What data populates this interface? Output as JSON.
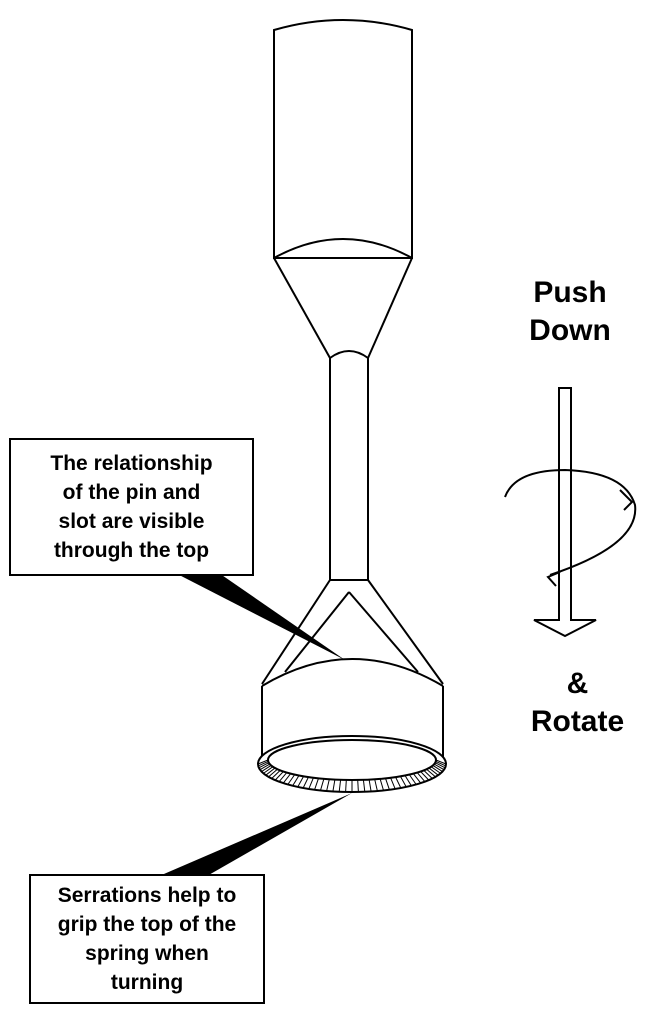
{
  "callouts": {
    "top": {
      "lines": [
        "The relationship",
        "of the pin and",
        "slot are visible",
        "through the top"
      ]
    },
    "bottom": {
      "lines": [
        "Serrations help to",
        "grip the top of the",
        "spring when",
        "turning"
      ]
    }
  },
  "labels": {
    "push_line1": "Push",
    "push_line2": "Down",
    "amp": "&",
    "rotate": "Rotate"
  },
  "icons": {
    "down_arrow": "down-arrow-icon",
    "rotate_arrow": "rotation-arrow-icon"
  },
  "colors": {
    "line": "#000000",
    "background": "#ffffff"
  }
}
